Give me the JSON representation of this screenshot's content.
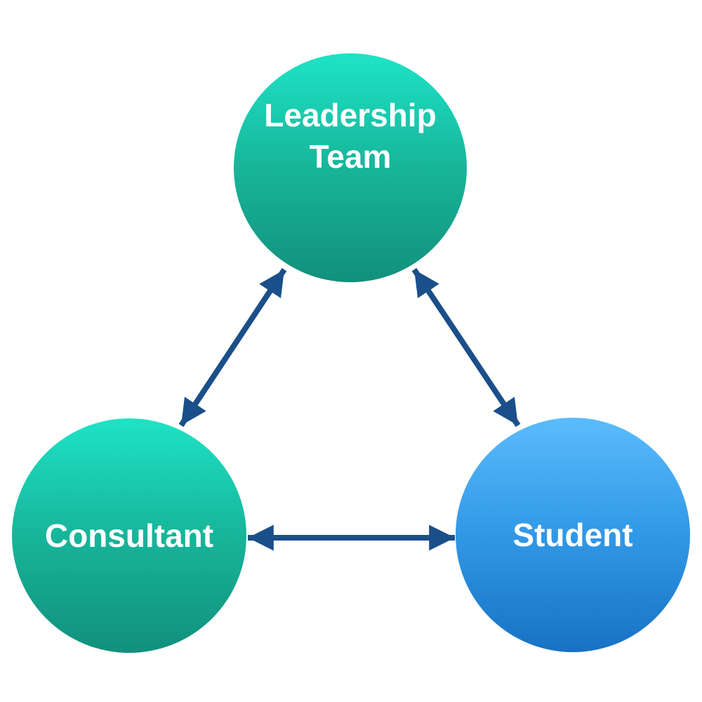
{
  "diagram": {
    "nodes": [
      {
        "id": "leadership",
        "label": "Leadership\nTeam"
      },
      {
        "id": "consultant",
        "label": "Consultant"
      },
      {
        "id": "student",
        "label": "Student"
      }
    ],
    "edges": [
      {
        "from": "leadership",
        "to": "consultant",
        "direction": "both"
      },
      {
        "from": "leadership",
        "to": "student",
        "direction": "both"
      },
      {
        "from": "consultant",
        "to": "student",
        "direction": "both"
      }
    ]
  },
  "colors": {
    "teal_top": "#1ee3c6",
    "teal_bottom": "#12907c",
    "blue_top": "#5bbcfc",
    "blue_bottom": "#1772c4",
    "arrow": "#1a4f8a",
    "label": "#ffffff"
  }
}
